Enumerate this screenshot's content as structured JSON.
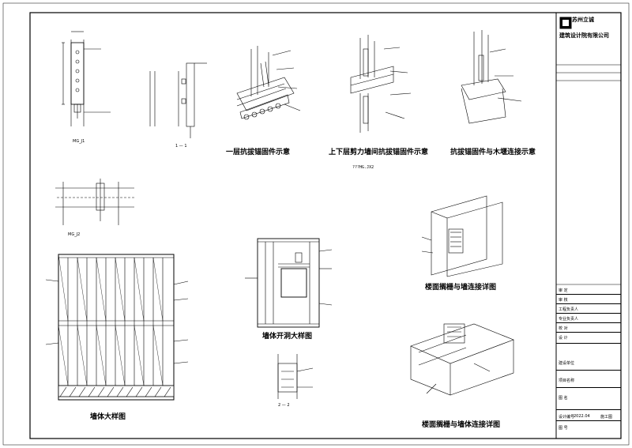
{
  "company": {
    "name_line1": "苏州立诚",
    "name_line2": "建筑设计院有限公司"
  },
  "details": {
    "mg_j1": "MG_J1",
    "section_11": "1 — 1",
    "mg_j2": "MG_J2",
    "sheet_one_storey": "一层抗拔锚固件示意",
    "sheet_shear_wall": "上下层剪力墙间抗拔锚固件示意",
    "sheet_sill": "抗拔锚固件与木堰连接示意",
    "shear_note": "???HG.JX2",
    "wall_opening": "墙体开洞大样图",
    "wall_detail": "墙体大样图",
    "section_22": "2 — 2",
    "joist_wall": "楼面搁栅与墙连接详图",
    "joist_wall2": "楼面搁栅与墙体连接详图"
  },
  "title_block": {
    "date_value": "2022.04",
    "stage_value": "施工图",
    "rows": [
      {
        "label": "审 定"
      },
      {
        "label": "审 核"
      },
      {
        "label": "工程负责人"
      },
      {
        "label": "专业负责人"
      },
      {
        "label": "校 对"
      },
      {
        "label": "设 计"
      },
      {
        "label": "建设单位"
      },
      {
        "label": "项目名称"
      },
      {
        "label": "图 名"
      },
      {
        "label": "设计编号"
      },
      {
        "label": "图 号"
      }
    ]
  },
  "colors": {
    "ink": "#000000",
    "paper": "#ffffff"
  }
}
